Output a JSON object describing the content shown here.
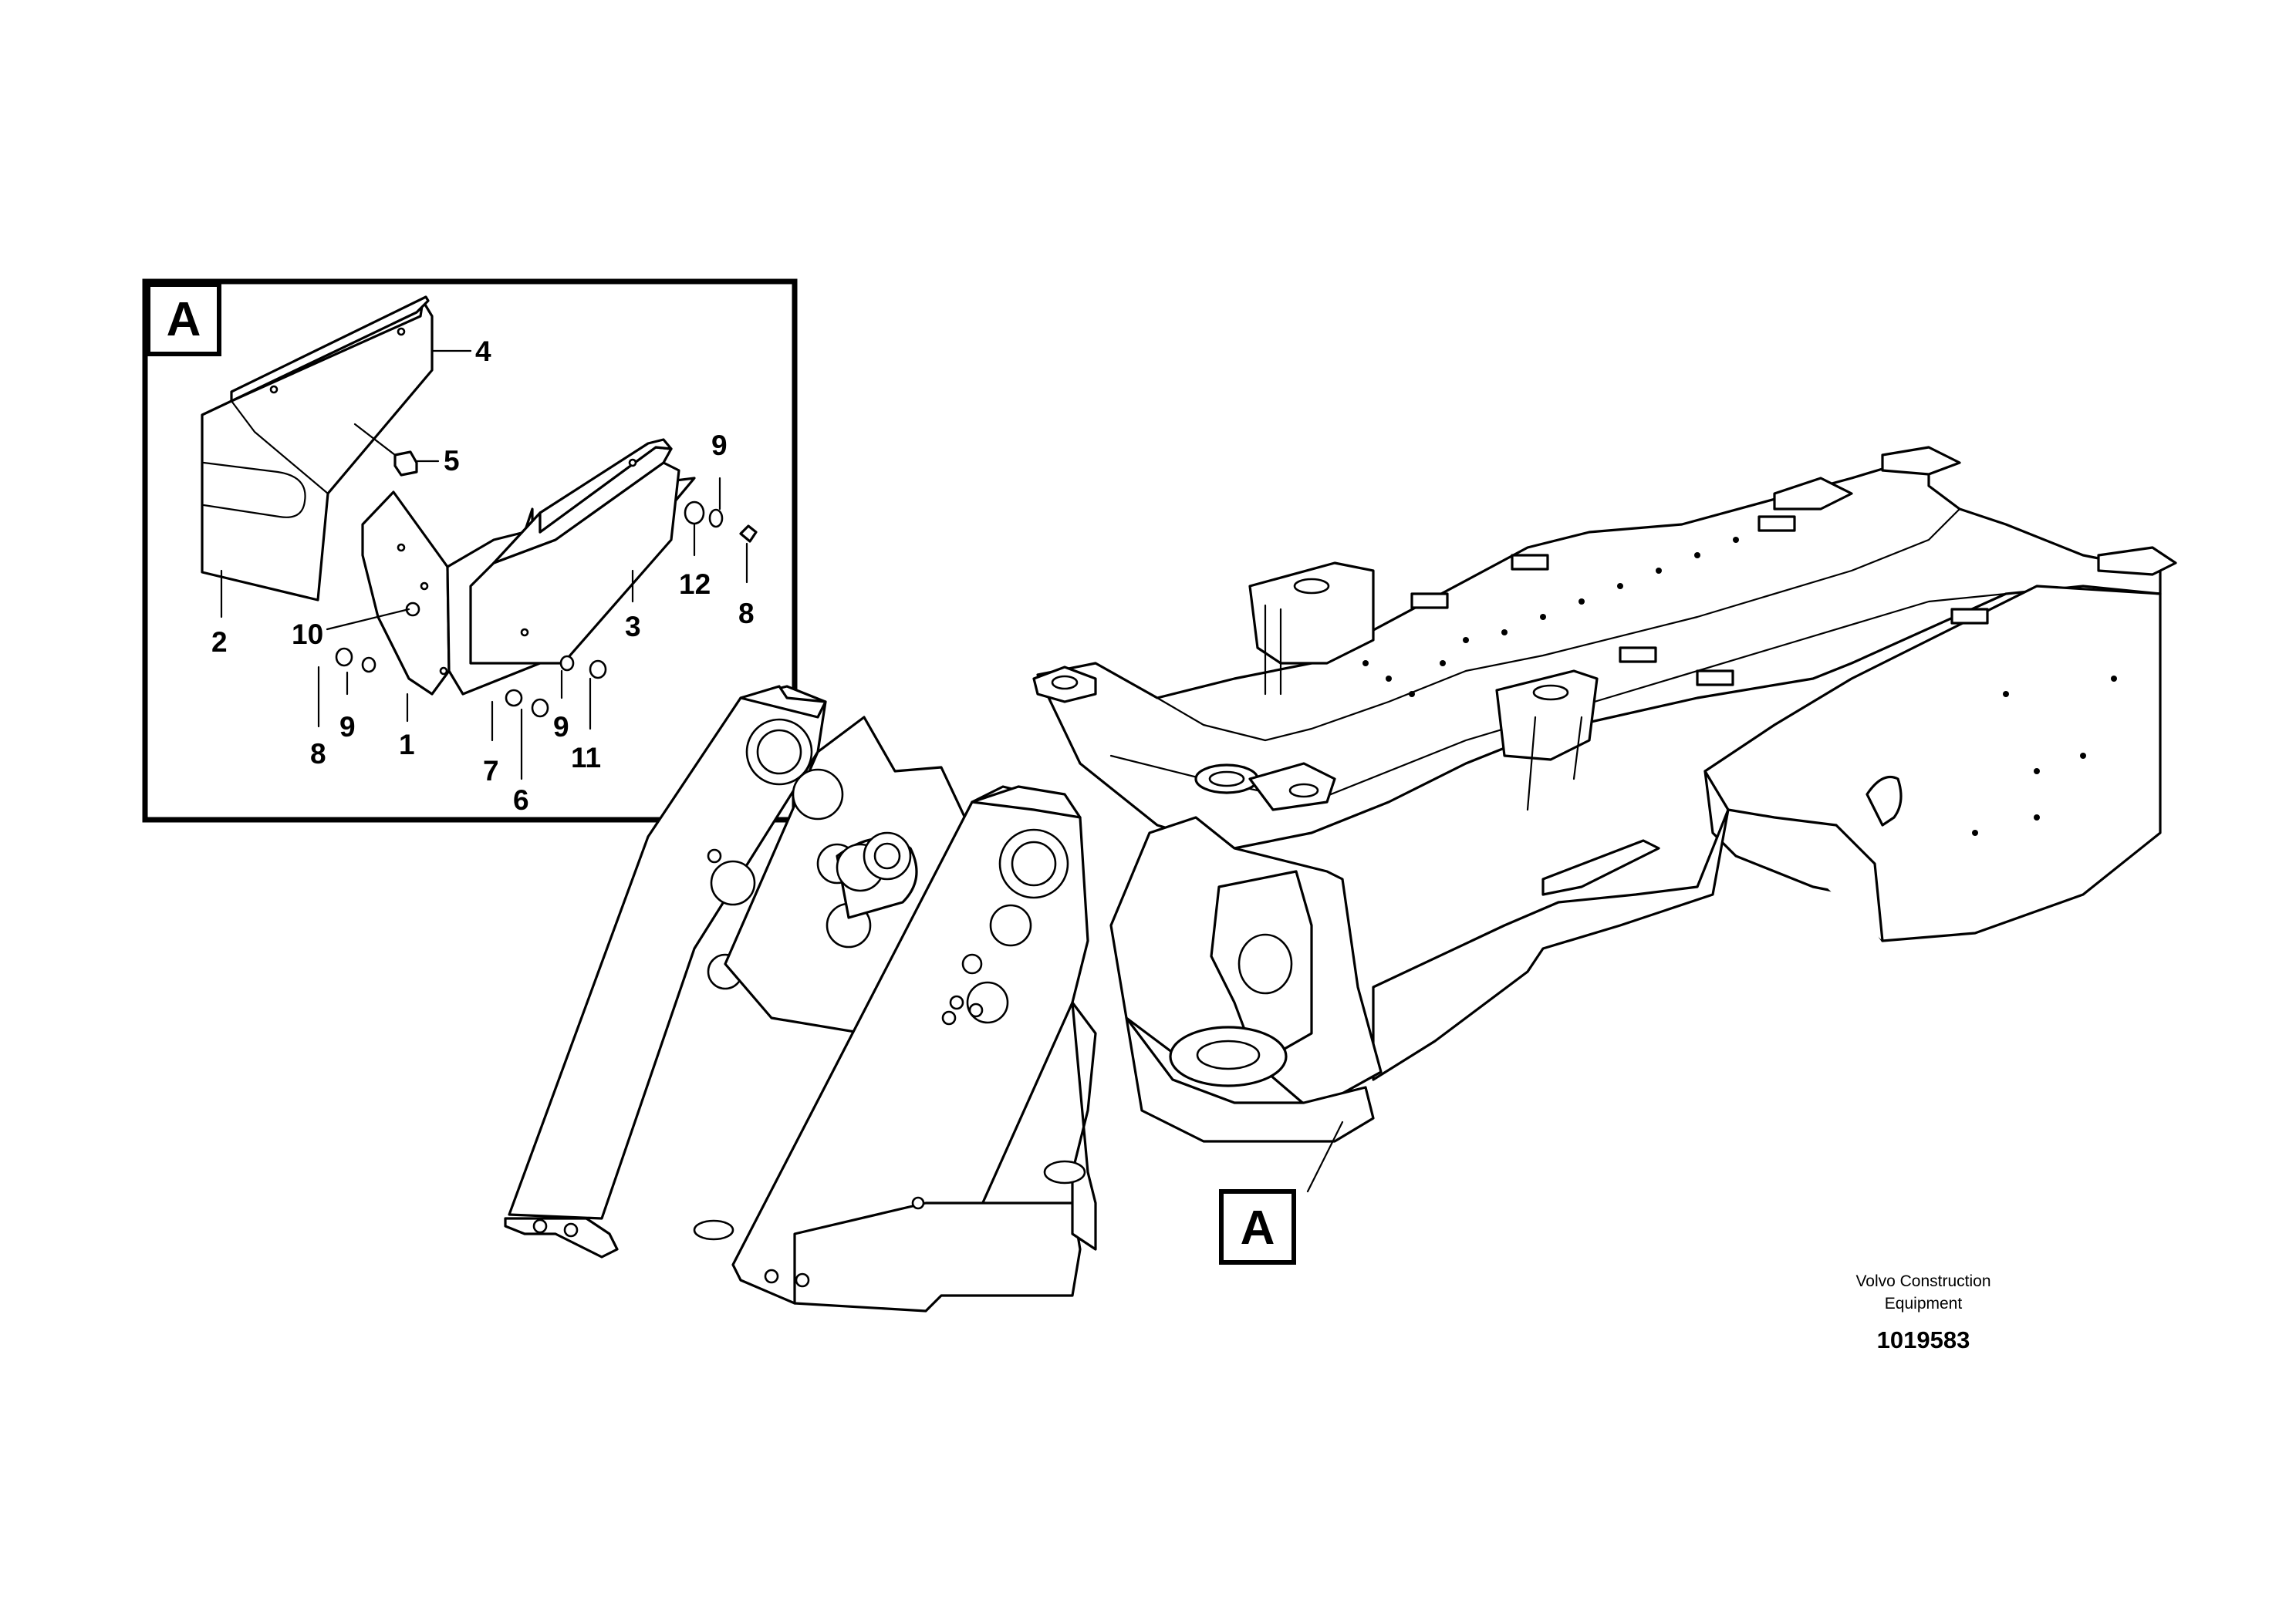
{
  "detail_view": {
    "letter": "A",
    "callouts": [
      "1",
      "2",
      "3",
      "4",
      "5",
      "6",
      "7",
      "8",
      "8",
      "9",
      "9",
      "9",
      "10",
      "11",
      "12"
    ]
  },
  "view_reference": {
    "letter": "A"
  },
  "footer": {
    "company_line1": "Volvo Construction",
    "company_line2": "Equipment",
    "drawing_number": "1019583"
  }
}
